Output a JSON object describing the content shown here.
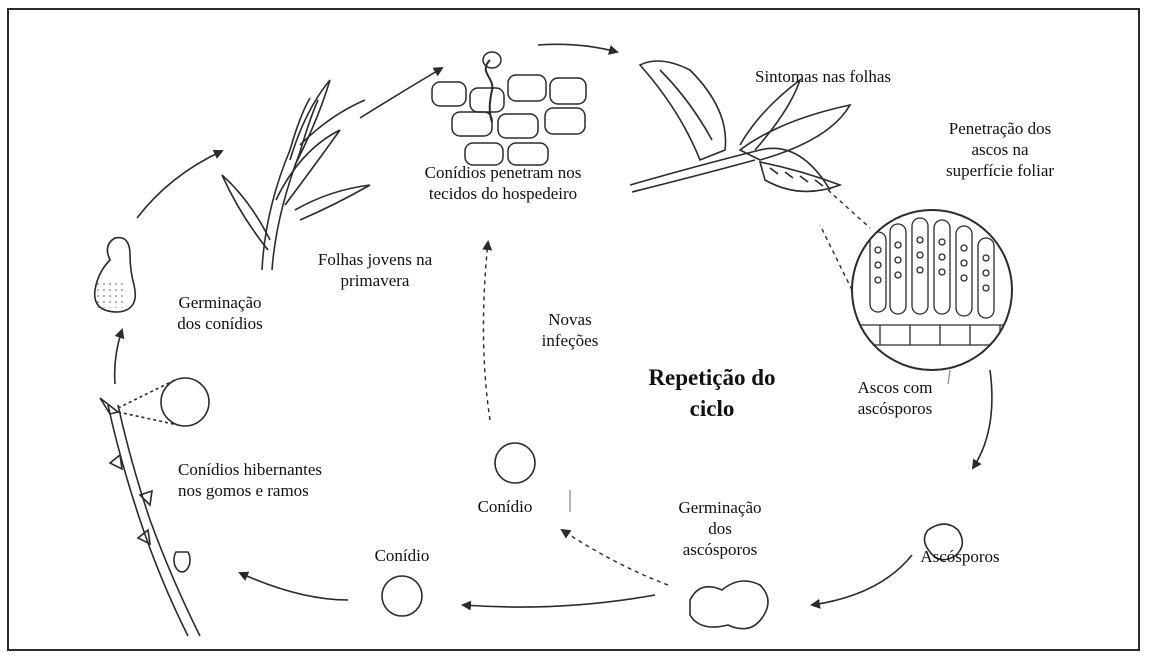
{
  "labels": {
    "sintomas": "Sintomas nas folhas",
    "penetracao": "Penetração dos\nascos na\nsuperfície foliar",
    "conidios_penetram": "Conídios penetram nos\ntecidos do hospedeiro",
    "folhas_jovens": "Folhas jovens na\nprimavera",
    "germinacao_conidios": "Germinação\ndos conídios",
    "novas_infecoes": "Novas\ninfeções",
    "repeticao": "Repetição do\nciclo",
    "ascos": "Ascos com\nascósporos",
    "hibernantes": "Conídios hibernantes\nnos gomos e ramos",
    "conidio_upper": "Conídio",
    "conidio_lower": "Conídio",
    "germinacao_ascosporos": "Germinação\ndos\nascósporos",
    "ascosporos": "Ascósporos"
  },
  "colors": {
    "line": "#2b2b2b",
    "text": "#111111",
    "background": "#ffffff"
  }
}
